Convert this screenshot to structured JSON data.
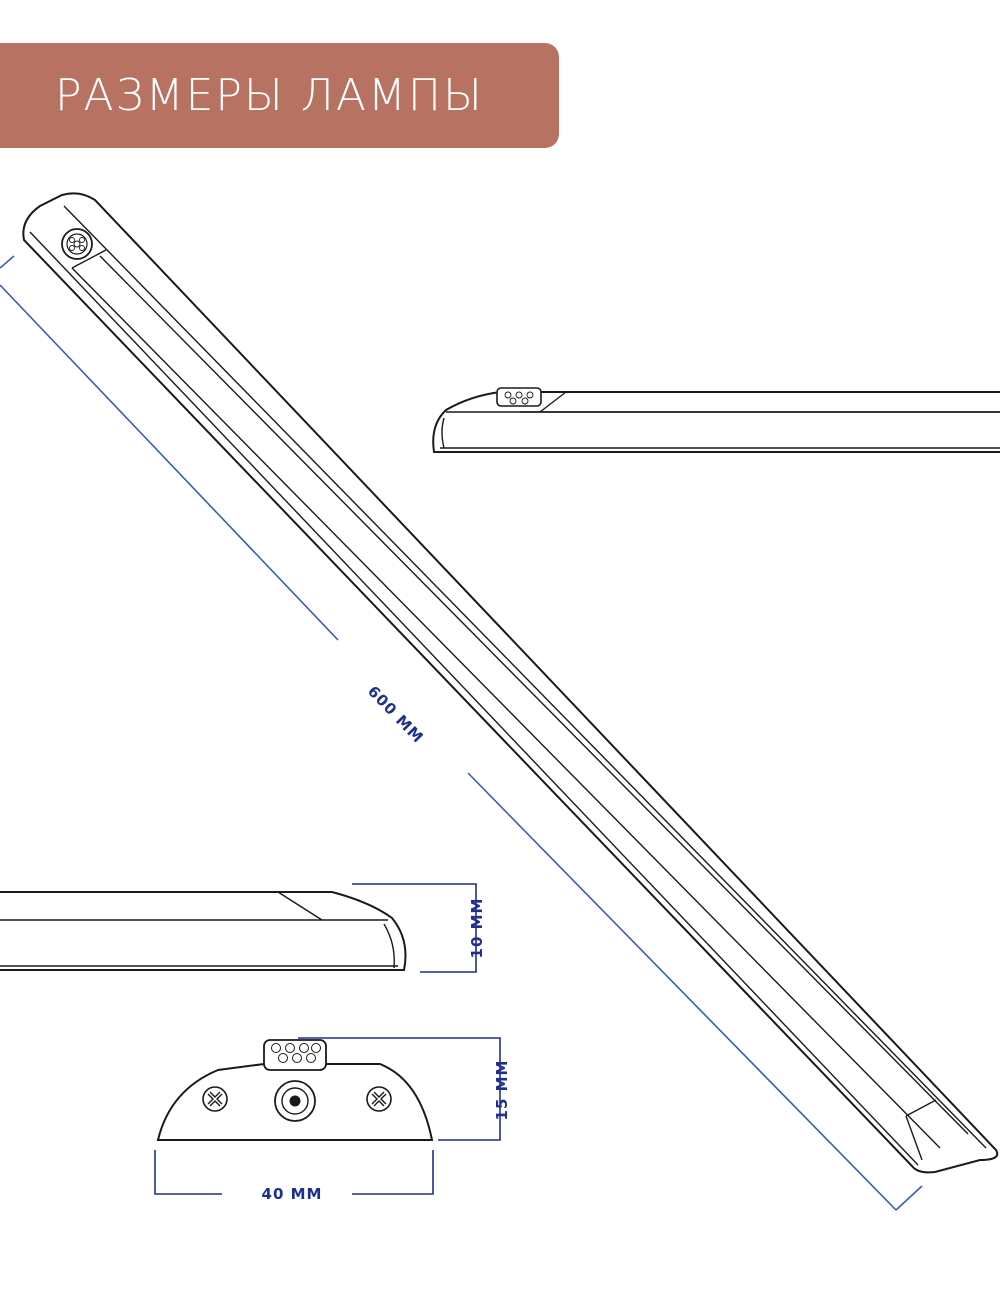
{
  "title": "РАЗМЕРЫ ЛАМПЫ",
  "dimensions": {
    "length": "600 ММ",
    "height_side": "10 ММ",
    "height_end": "15 ММ",
    "width_end": "40 ММ"
  },
  "colors": {
    "banner": "#b87262",
    "banner_text": "#ffffff",
    "dimension_line": "#3a5bbf",
    "dimension_text": "#1f2f8f",
    "outline": "#1a1a1a"
  },
  "icons": {
    "motion_sensor": "motion-sensor-icon",
    "screw": "screw-icon",
    "charging_port": "usb-port-icon"
  }
}
